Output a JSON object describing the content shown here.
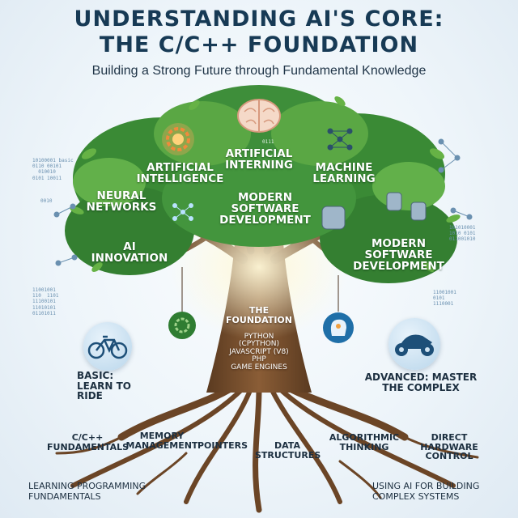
{
  "header": {
    "title_line1": "UNDERSTANDING AI'S CORE:",
    "title_line2": "THE C/C++ FOUNDATION",
    "subtitle": "Building a Strong Future through Fundamental Knowledge"
  },
  "canopy": {
    "artificial_intelligence": "ARTIFICIAL INTELLIGENCE",
    "artificial_interning": "ARTIFICIAL INTERNING",
    "machine_learning": "MACHINE LEARNING",
    "neural_networks": "NEURAL NETWORKS",
    "modern_software_center": "MODERN SOFTWARE DEVELOPMENT",
    "ai_innovation": "AI INNOVATION",
    "modern_software_right": "MODERN SOFTWARE DEVELOPMENT"
  },
  "trunk": {
    "foundation_title": "THE FOUNDATION",
    "items": [
      "PYTHON",
      "(CPYTHON)",
      "JAVASCRIPT (V8)",
      "PHP",
      "GAME ENGINES"
    ]
  },
  "levels": {
    "basic": "BASIC: LEARN TO RIDE",
    "advanced": "ADVANCED: MASTER THE COMPLEX"
  },
  "roots": {
    "fundamentals": "C/C++ FUNDAMENTALS",
    "memory": "MEMORY MANAGEMENT",
    "pointers": "POINTERS",
    "data_structures": "DATA STRUCTURES",
    "algorithmic": "ALGORITHMIC THINKING",
    "hardware": "DIRECT HARDWARE CONTROL"
  },
  "footer": {
    "left": "LEARNING PROGRAMMING FUNDAMENTALS",
    "right": "USING AI FOR BUILDING COMPLEX SYSTEMS"
  },
  "decor": {
    "binary_left_top": "10100001 basic\n0110 00101\n  010010\n0101 10011",
    "binary_left_mid": "0010",
    "binary_left_low": "11001001\n110  1101\n11100101\n11010101\n01101011",
    "binary_right_top": "101010001\n1010 0101\n011001010",
    "binary_right_low": "11001001\n0101\n1110001"
  },
  "colors": {
    "leaf_dark": "#2f7d32",
    "leaf_light": "#66b245",
    "trunk": "#6b4526",
    "badge_blue": "#1f6fa8",
    "title": "#173a55"
  },
  "icons": [
    "gear-lightbulb-icon",
    "brain-binary-icon",
    "neural-net-icon",
    "robot-hands-icon",
    "gear-ornament-icon",
    "head-circuit-icon",
    "bicycle-icon",
    "motorcycle-icon"
  ]
}
